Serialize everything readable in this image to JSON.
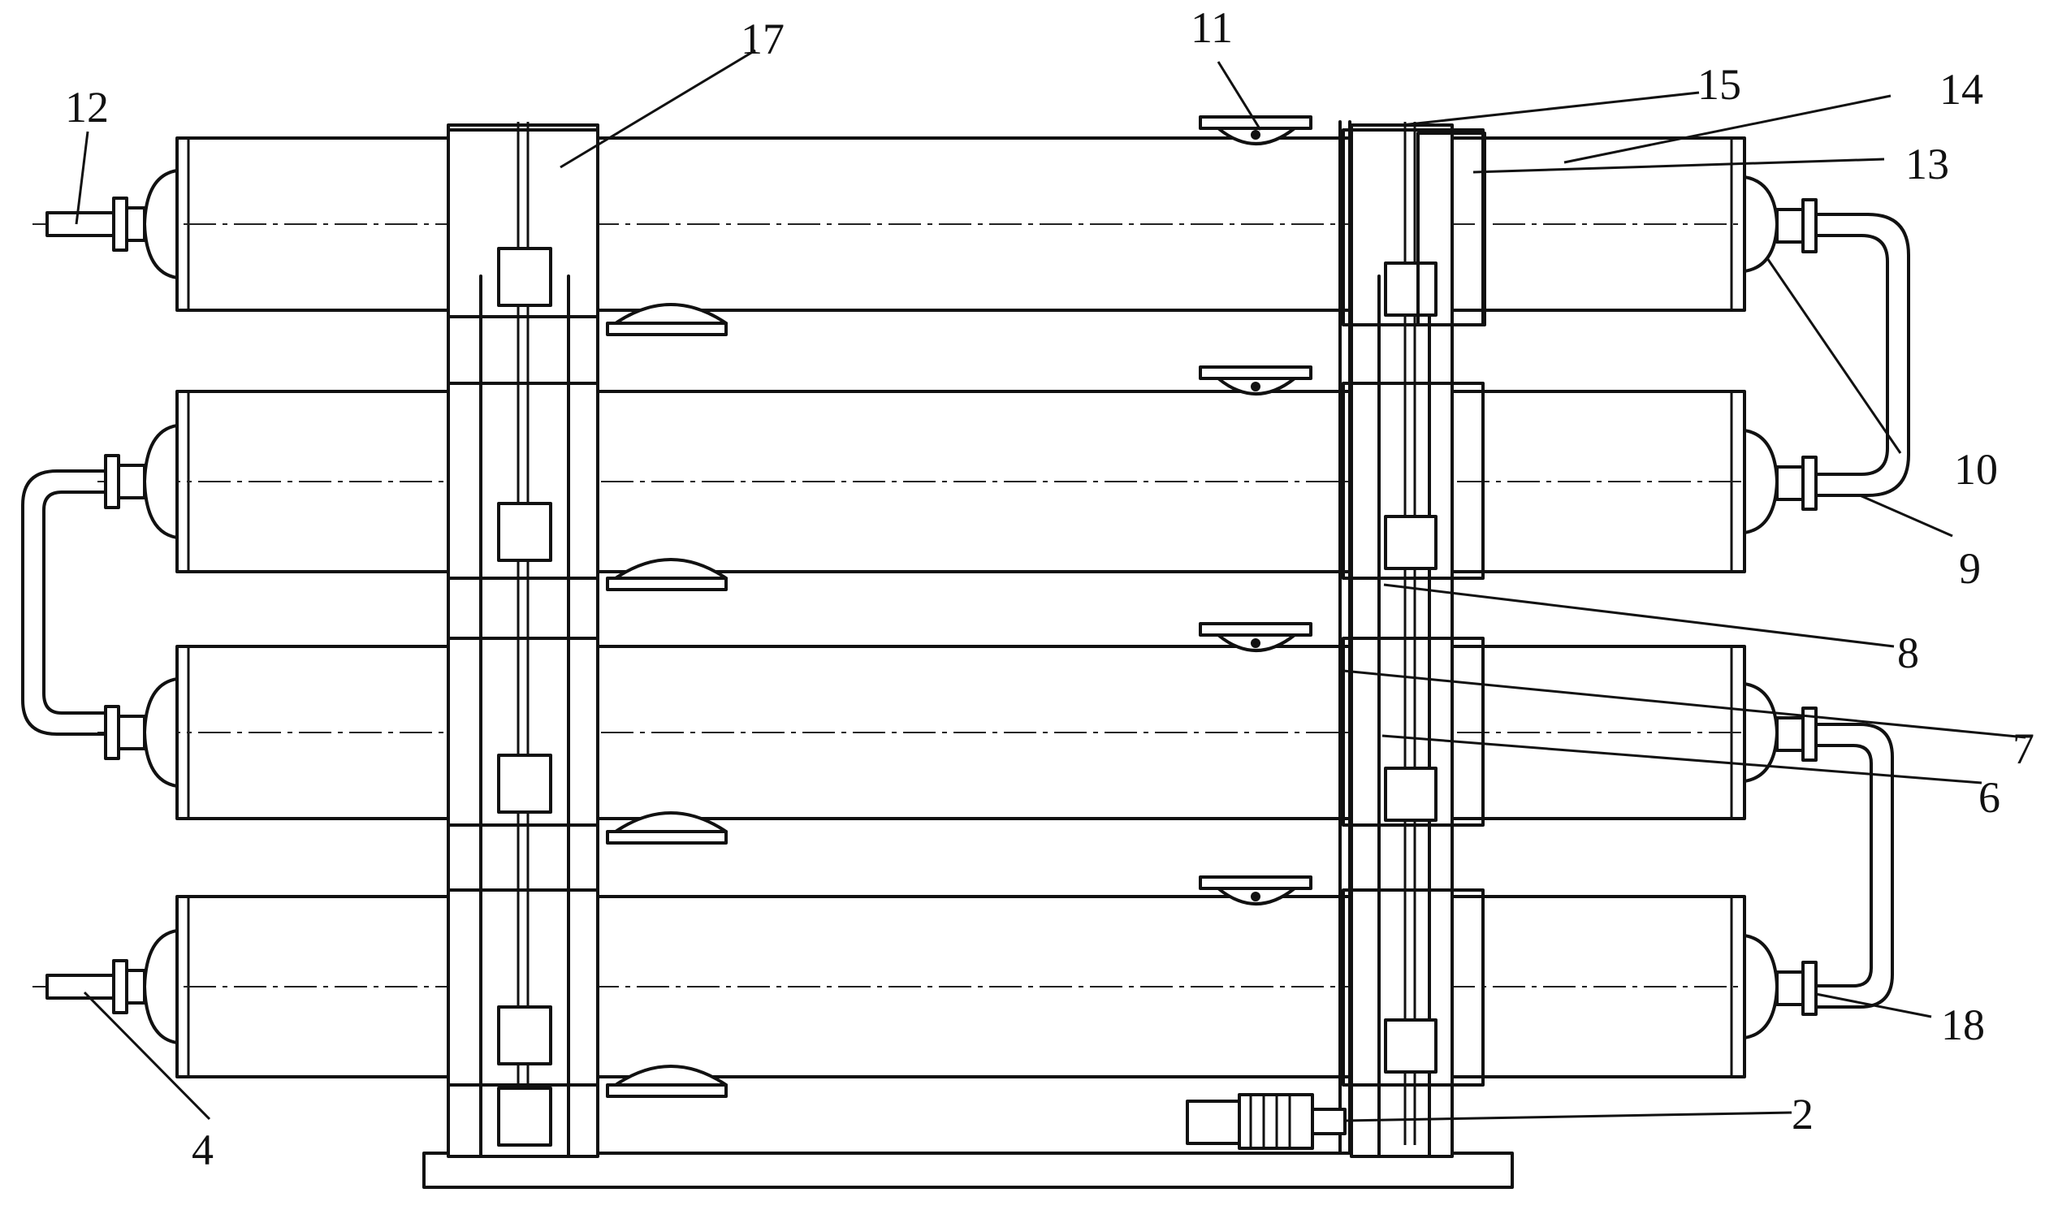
{
  "diagram": {
    "callouts": [
      {
        "id": "c2",
        "label": "2"
      },
      {
        "id": "c4",
        "label": "4"
      },
      {
        "id": "c6",
        "label": "6"
      },
      {
        "id": "c7",
        "label": "7"
      },
      {
        "id": "c8",
        "label": "8"
      },
      {
        "id": "c9",
        "label": "9"
      },
      {
        "id": "c10",
        "label": "10"
      },
      {
        "id": "c11",
        "label": "11"
      },
      {
        "id": "c12",
        "label": "12"
      },
      {
        "id": "c13",
        "label": "13"
      },
      {
        "id": "c14",
        "label": "14"
      },
      {
        "id": "c15",
        "label": "15"
      },
      {
        "id": "c17",
        "label": "17"
      },
      {
        "id": "c18",
        "label": "18"
      }
    ]
  }
}
